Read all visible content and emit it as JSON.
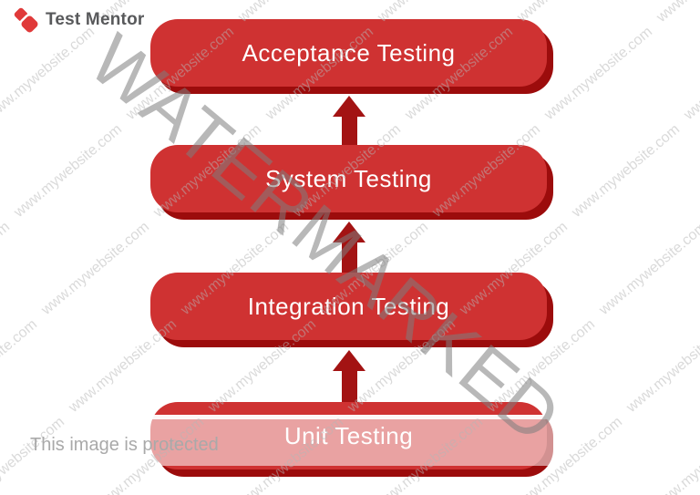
{
  "logo": {
    "brand": "Test Mentor",
    "icon": "test-mentor-diamond-icon",
    "icon_color": "#e03a3a",
    "text_color": "#58595b"
  },
  "diagram": {
    "type": "vertical-flow",
    "direction": "bottom-to-top",
    "levels": [
      {
        "label": "Acceptance Testing"
      },
      {
        "label": "System Testing"
      },
      {
        "label": "Integration Testing"
      },
      {
        "label": "Unit Testing"
      }
    ],
    "arrows_between_levels": 3,
    "box_color": "#cf3232",
    "box_shadow_color": "#9c0c0c",
    "arrow_color": "#a31313",
    "label_color": "#ffffff"
  },
  "watermark": {
    "big_text": "WATERMARKED",
    "big_text_color": "#7d7d7d",
    "tile_text": "www.mywebsite.com",
    "tile_color": "#b6b6b6",
    "protected_notice": "This image is protected",
    "protected_notice_color": "#a9a9a9"
  }
}
